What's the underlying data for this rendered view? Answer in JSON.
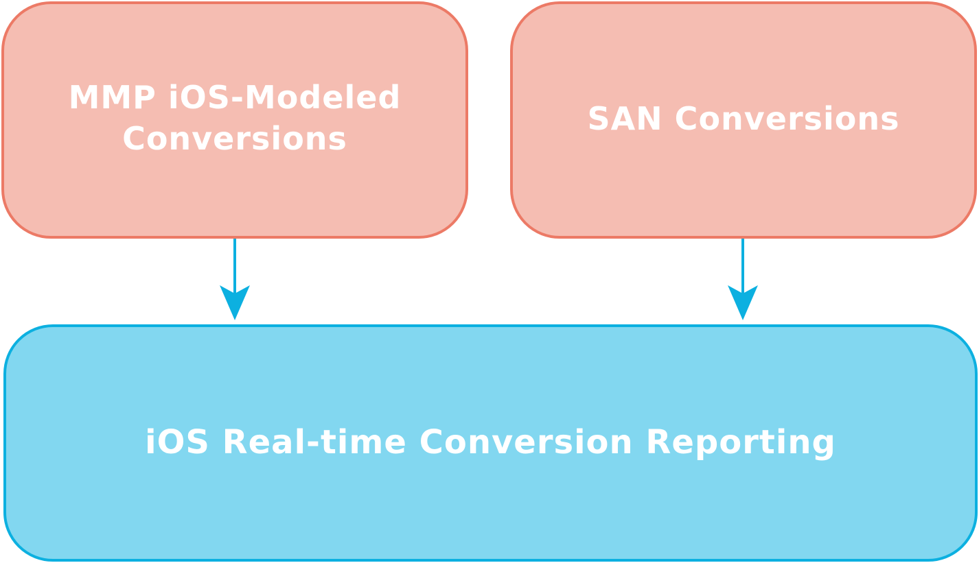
{
  "nodes": {
    "mmp": {
      "label": "MMP iOS-Modeled Conversions"
    },
    "san": {
      "label": "SAN Conversions"
    },
    "ios": {
      "label": "iOS Real-time Conversion Reporting"
    }
  },
  "edges": [
    {
      "from": "mmp",
      "to": "ios"
    },
    {
      "from": "san",
      "to": "ios"
    }
  ],
  "colors": {
    "source_fill": "#f5bdb2",
    "source_border": "#ec7a66",
    "target_fill": "#82d7f0",
    "target_border": "#0cb0e0",
    "arrow": "#0cb0e0",
    "text": "#ffffff"
  }
}
